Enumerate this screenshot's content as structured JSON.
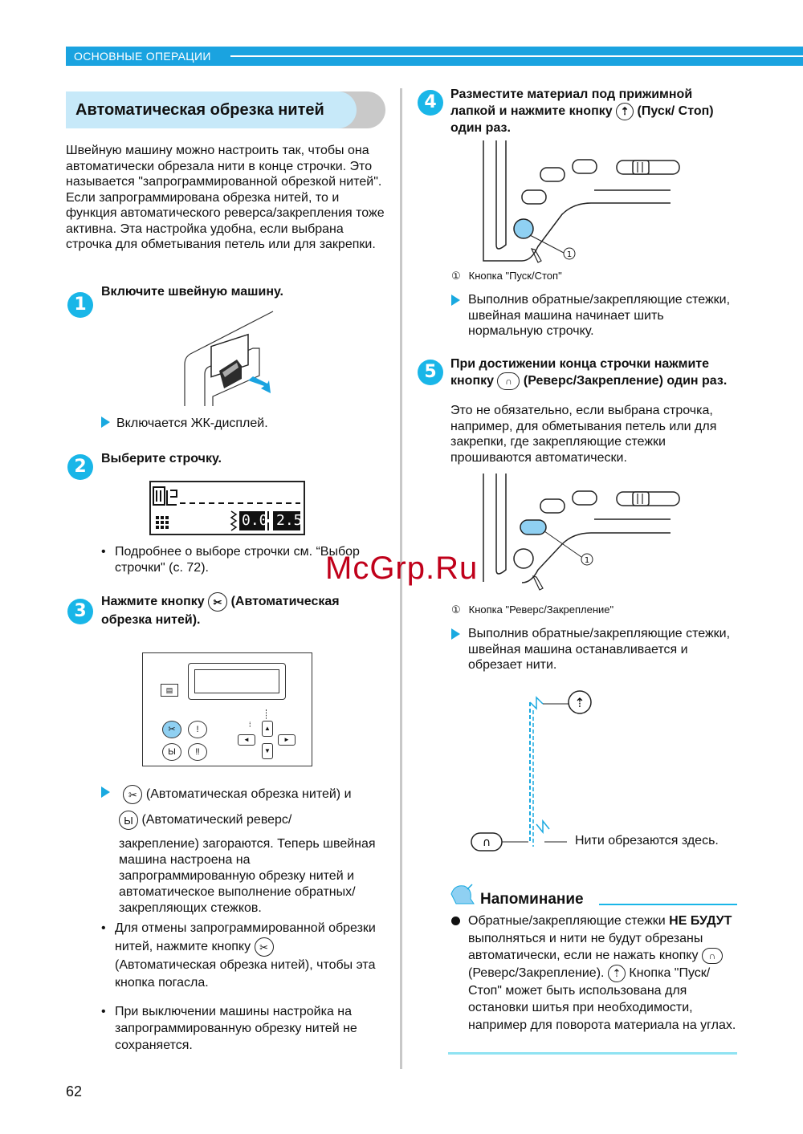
{
  "header": {
    "section": "ОСНОВНЫЕ ОПЕРАЦИИ"
  },
  "title": "Автоматическая обрезка нитей",
  "intro": "Швейную машину можно настроить так, чтобы она автоматически обрезала нити в конце строчки. Это называется \"запрограммированной обрезкой нитей\". Если запрограммирована обрезка нитей, то и функция автоматического реверса/закрепления тоже активна. Эта настройка удобна, если выбрана строчка для обметывания петель или для закрепки.",
  "steps": [
    {
      "num": "1",
      "title": "Включите швейную машину.",
      "result": "Включается ЖК-дисплей."
    },
    {
      "num": "2",
      "title": "Выберите строчку.",
      "bullet": "Подробнее о выборе строчки см. “Выбор строчки\" (с. 72)."
    },
    {
      "num": "3",
      "title_a": "Нажмите кнопку",
      "title_b": "(Автоматическая обрезка нитей).",
      "result_a": "(Автоматическая обрезка нитей) и",
      "result_b": "(Автоматический реверс/",
      "result_c": "закрепление) загораются. Теперь швейная машина настроена на запрограммированную обрезку нитей и автоматическое выполнение обратных/ закрепляющих стежков.",
      "bullet1_a": "Для отмены запрограммированной обрезки нитей, нажмите кнопку",
      "bullet1_b": "(Автоматическая обрезка нитей), чтобы эта кнопка погасла.",
      "bullet2": "При выключении машины настройка на запрограммированную обрезку нитей не сохраняется."
    },
    {
      "num": "4",
      "title_a": "Разместите материал под прижимной лапкой и нажмите кнопку",
      "title_b": "(Пуск/ Стоп) один раз.",
      "caption": "Кнопка \"Пуск/Стоп\"",
      "result": "Выполнив обратные/закрепляющие стежки, швейная машина начинает шить нормальную строчку."
    },
    {
      "num": "5",
      "title_a": "При достижении конца строчки нажмите кнопку",
      "title_b": "(Реверс/Закрепление) один раз.",
      "note": "Это не обязательно, если выбрана строчка, например, для обметывания петель или для закрепки, где закрепляющие стежки прошиваются автоматически.",
      "caption": "Кнопка \"Реверс/Закрепление\"",
      "result": "Выполнив обратные/закрепляющие стежки, швейная машина останавливается и обрезает нити.",
      "cut_label": "Нити обрезаются здесь."
    }
  ],
  "callout_marker": "①",
  "lcd": {
    "left_value": "0.0",
    "right_value": "2.5"
  },
  "memo": {
    "heading": "Напоминание",
    "text_a": "Обратные/закрепляющие стежки",
    "text_bold": "НЕ БУДУТ",
    "text_b": "выполняться и нити не будут обрезаны автоматически, если не нажать кнопку",
    "text_c": "(Реверс/Закрепление).",
    "text_d": "Кнопка \"Пуск/Стоп\" может быть использована для остановки шитья при необходимости, например для поворота материала на углах."
  },
  "watermark": "McGrp.Ru",
  "page_number": "62",
  "colors": {
    "accent": "#19b6e8",
    "header_band": "#1aa3e0",
    "highlight": "#8fd0f2"
  }
}
